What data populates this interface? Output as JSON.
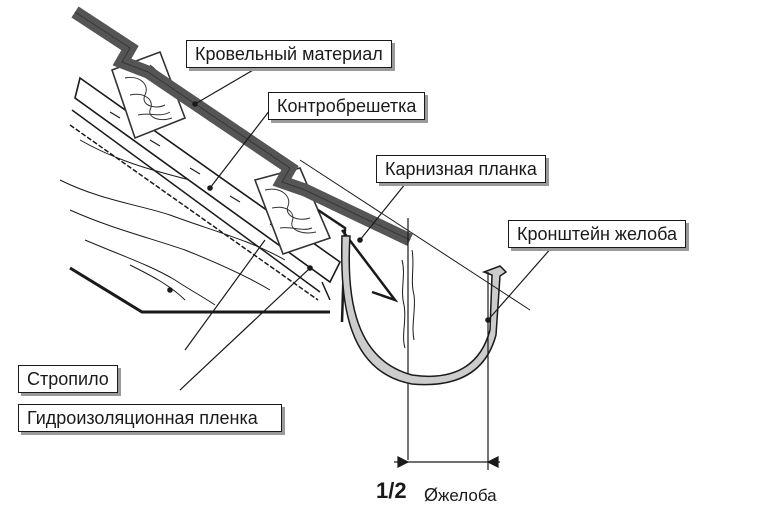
{
  "labels": {
    "roofing_material": "Кровельный материал",
    "counter_batten": "Контробрешетка",
    "eaves_strip": "Карнизная планка",
    "gutter_bracket": "Кронштейн желоба",
    "rafter": "Стропило",
    "waterproofing_film": "Гидроизоляционная пленка"
  },
  "dimension": {
    "fraction": "1/2",
    "diameter_symbol": "Ø",
    "label": "желоба"
  },
  "colors": {
    "line": "#1a1a1a",
    "roofing": "#555555",
    "gutter_fill": "#cccccc",
    "wood_grain": "#333333",
    "shadow": "#9a9a9a"
  }
}
